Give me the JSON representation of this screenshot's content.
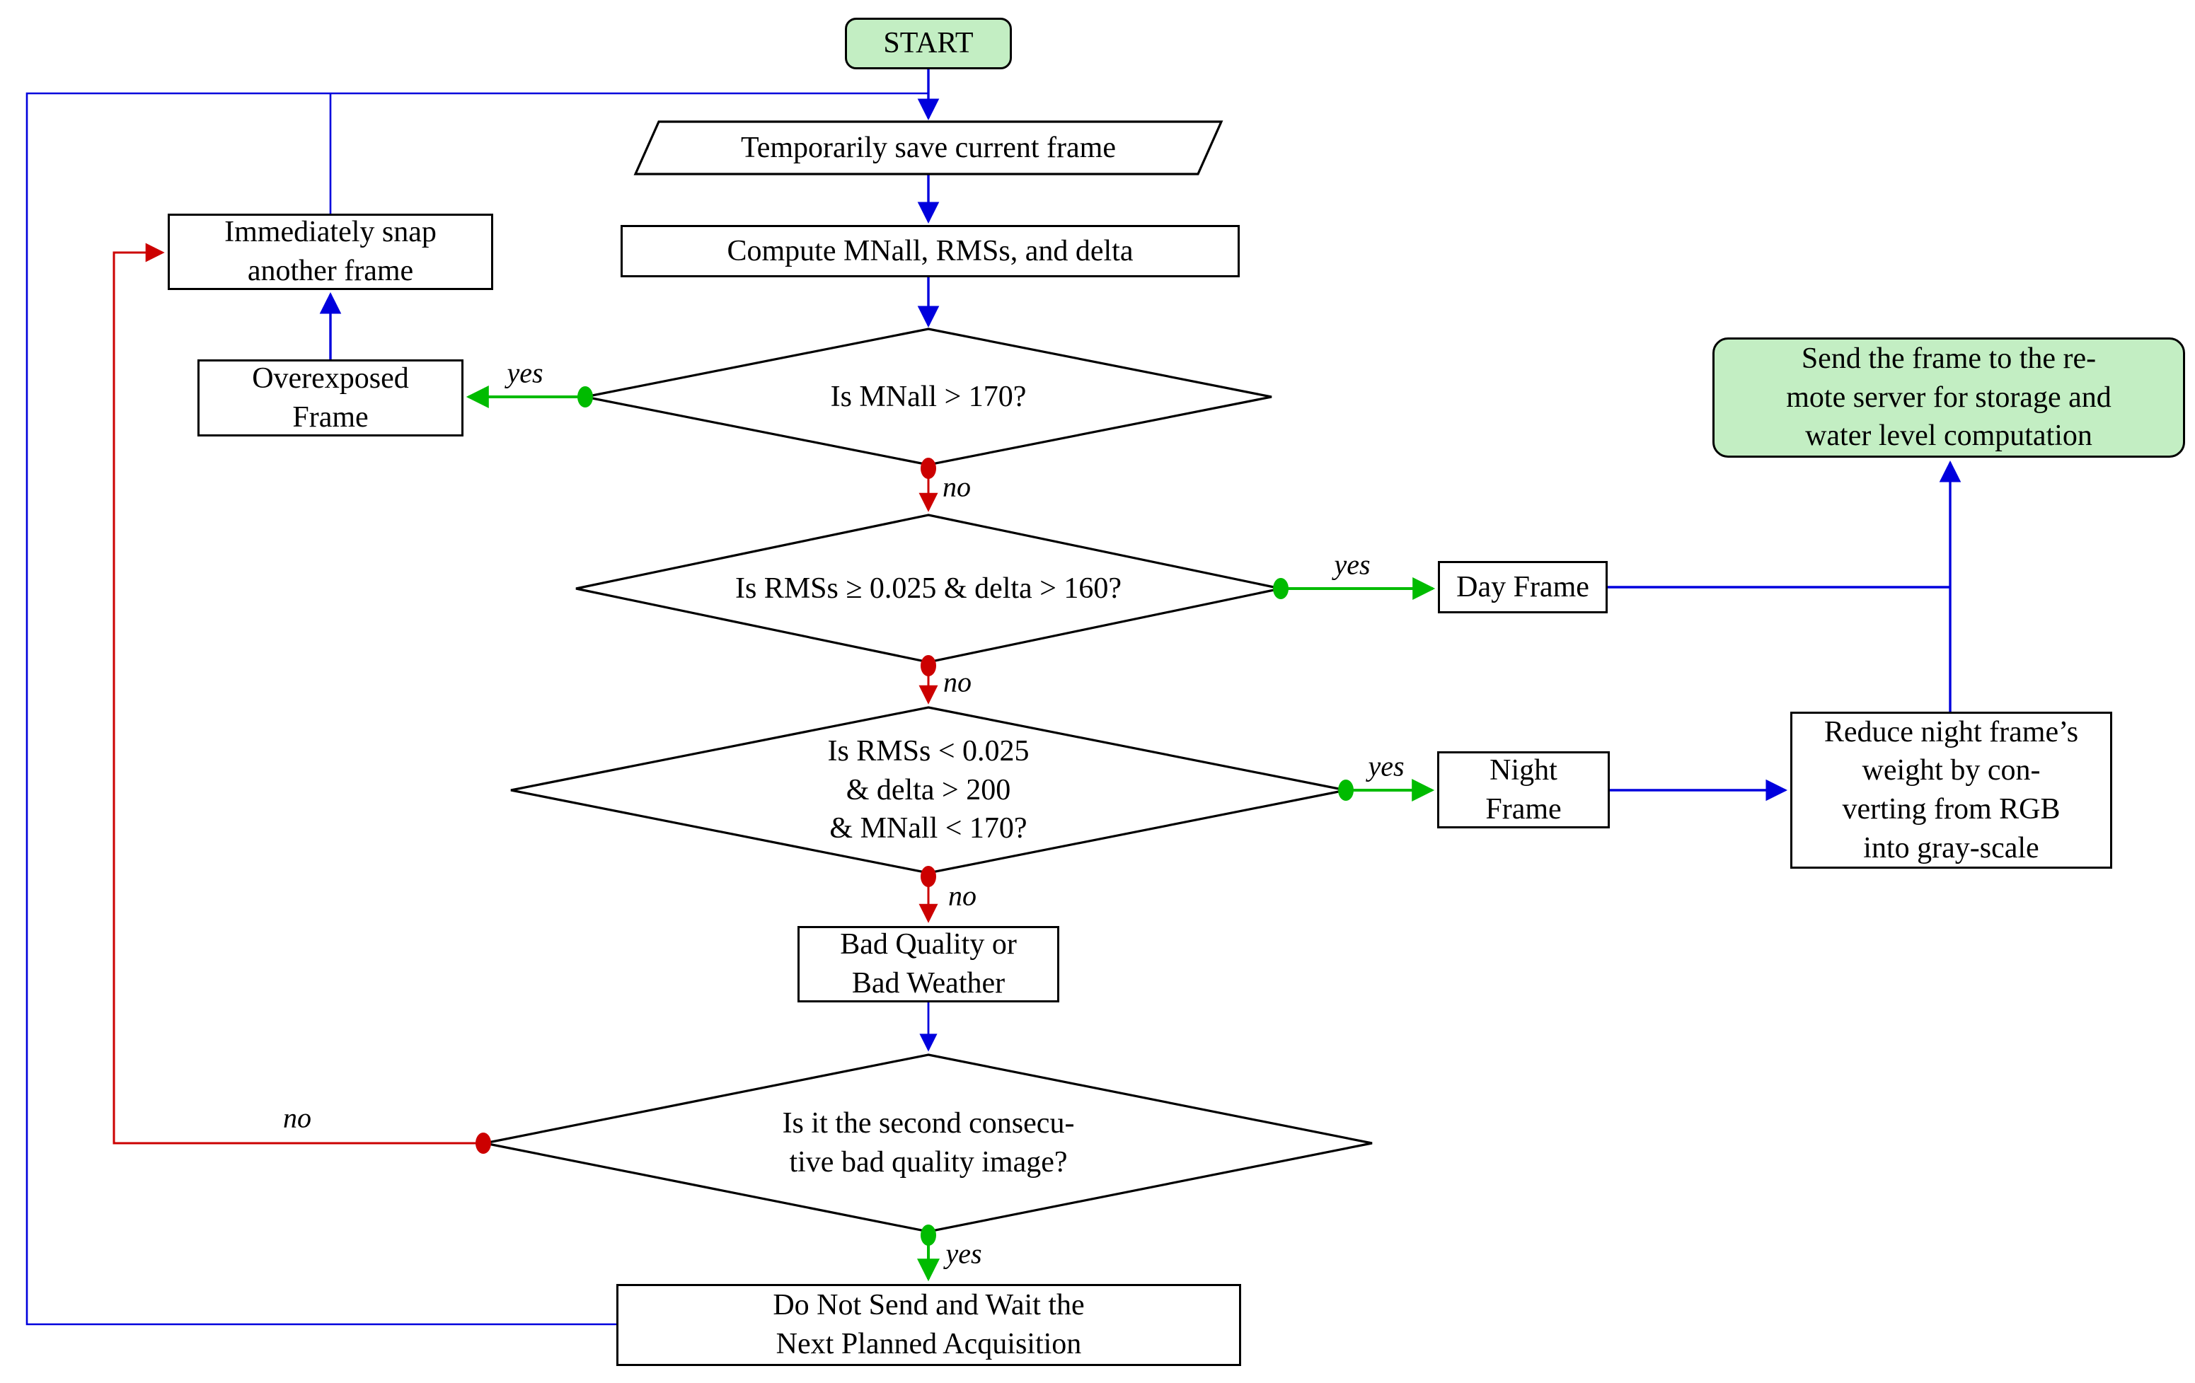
{
  "colors": {
    "flow_blue": "#0000dd",
    "yes_green": "#00bb00",
    "no_red": "#cc0000",
    "terminal_fill": "#c3eec3"
  },
  "nodes": {
    "start": "START",
    "save_frame": "Temporarily save current frame",
    "compute": "Compute MNall, RMSs, and delta",
    "decision_overexposed": "Is MNall > 170?",
    "overexposed": "Overexposed\nFrame",
    "snap_another": "Immediately snap\nanother frame",
    "decision_day": "Is RMSs ≥ 0.025 & delta > 160?",
    "day_frame": "Day Frame",
    "send_remote": "Send the frame to the re-\nmote server for storage and\nwater level computation",
    "decision_night": "Is RMSs < 0.025\n& delta > 200\n& MNall < 170?",
    "night_frame": "Night\nFrame",
    "reduce_weight": "Reduce night frame’s\nweight by con-\nverting from RGB\ninto gray-scale",
    "bad_quality": "Bad Quality or\nBad Weather",
    "decision_second": "Is it the second consecu-\ntive bad quality image?",
    "do_not_send": "Do Not Send and Wait the\nNext Planned Acquisition"
  },
  "edge_labels": {
    "d1_yes": "yes",
    "d1_no": "no",
    "d2_yes": "yes",
    "d2_no": "no",
    "d3_yes": "yes",
    "d3_no": "no",
    "d4_yes": "yes",
    "d4_no": "no"
  }
}
